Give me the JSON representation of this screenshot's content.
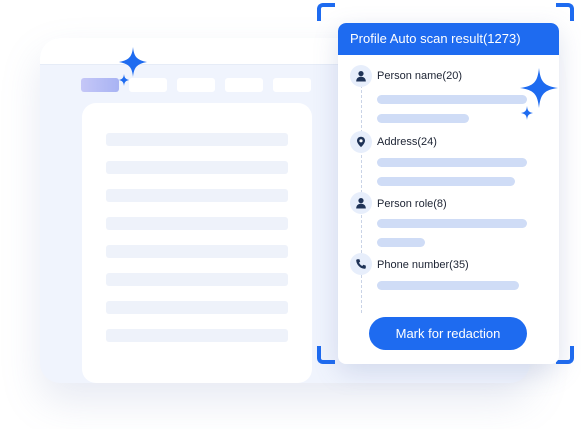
{
  "card": {
    "title": "Profile Auto scan result(1273)",
    "items": [
      {
        "label": "Person name(20)",
        "icon": "person-icon"
      },
      {
        "label": "Address(24)",
        "icon": "location-pin-icon"
      },
      {
        "label": "Person role(8)",
        "icon": "person-icon"
      },
      {
        "label": "Phone number(35)",
        "icon": "phone-icon"
      }
    ],
    "action_label": "Mark for redaction"
  },
  "colors": {
    "accent": "#1e6bf0",
    "window_bg": "#f0f4fd",
    "placeholder_bar": "#cfdcf6",
    "active_tab": "#b3b8f5"
  },
  "decorations": [
    "sparkle-icon",
    "sparkle-icon",
    "sparkle-icon",
    "sparkle-icon"
  ]
}
